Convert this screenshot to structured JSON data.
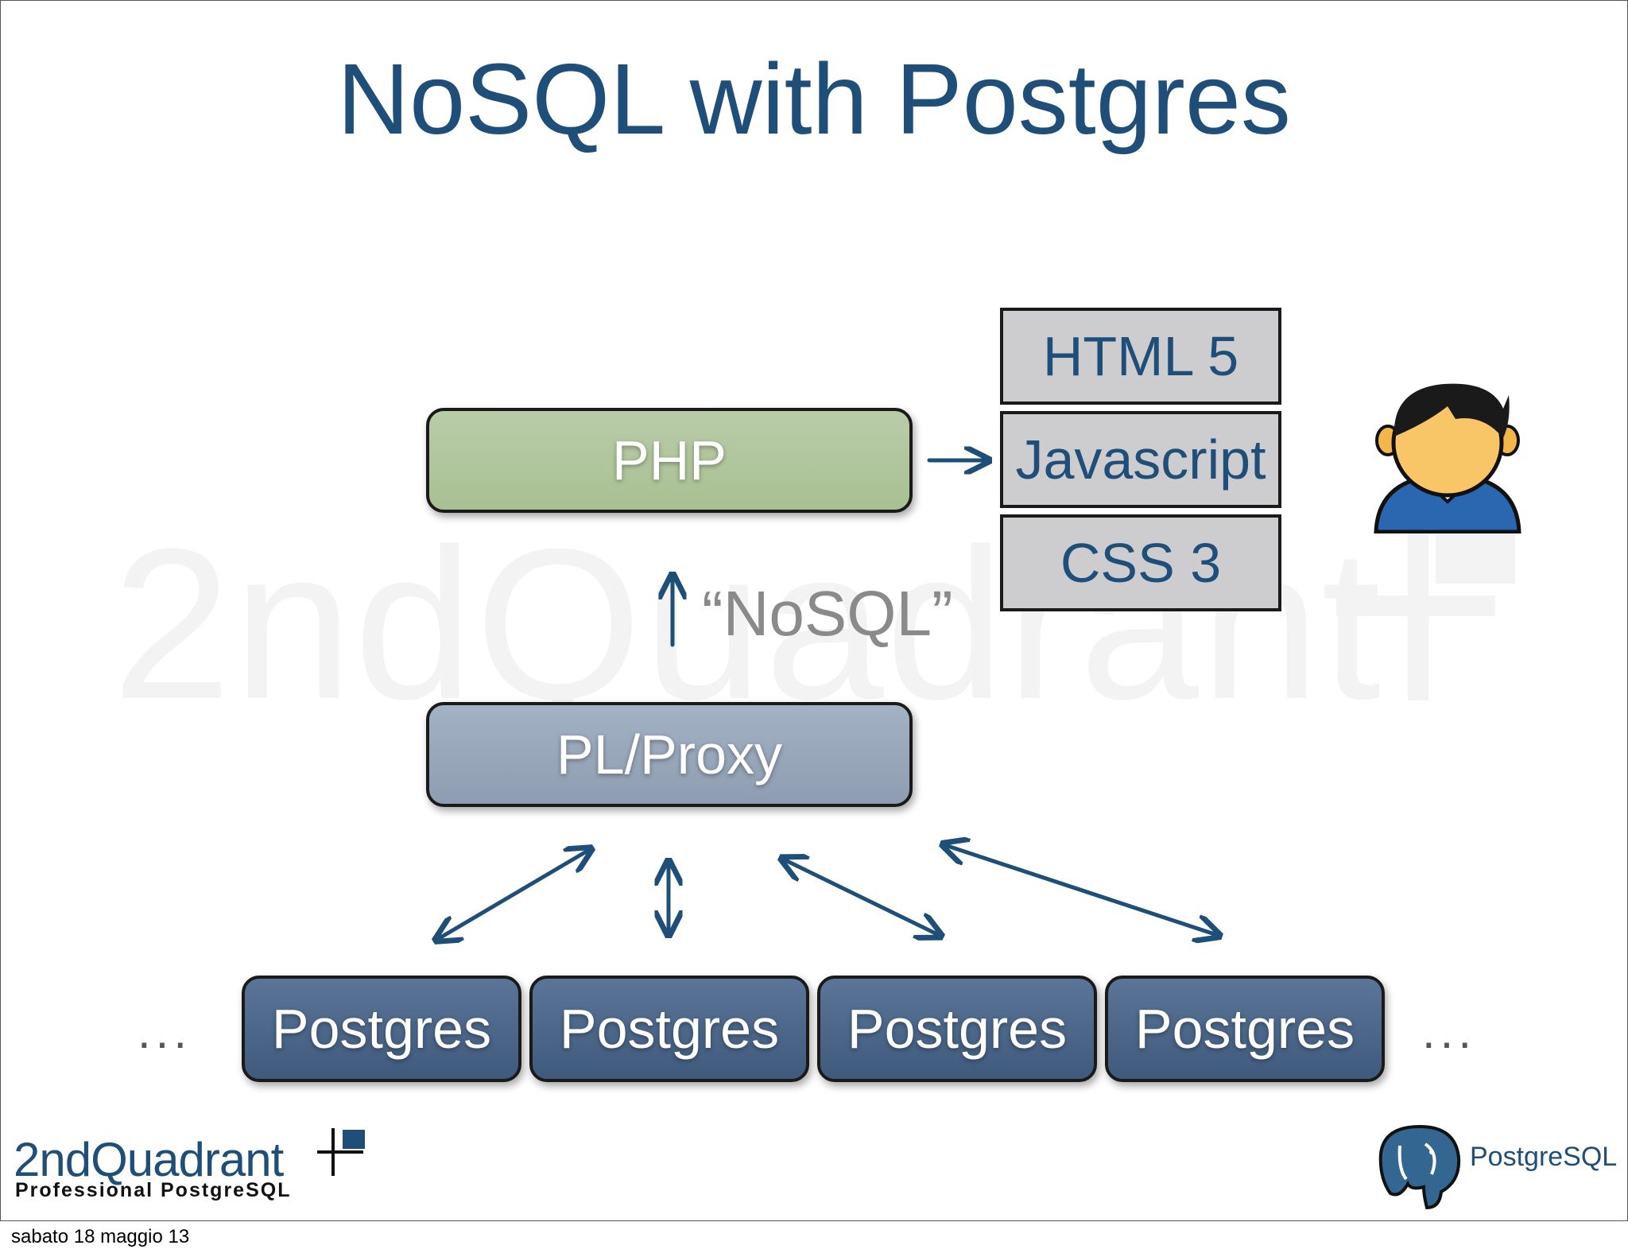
{
  "title": "NoSQL with Postgres",
  "diagram": {
    "php": "PHP",
    "proxy": "PL/Proxy",
    "nosql_label": "“NoSQL”",
    "stack": [
      "HTML 5",
      "Javascript",
      "CSS 3"
    ],
    "nodes": [
      "Postgres",
      "Postgres",
      "Postgres",
      "Postgres"
    ],
    "ellipsis_left": "...",
    "ellipsis_right": "..."
  },
  "footer": {
    "logo_name": "2ndQuadrant",
    "logo_tagline": "Professional PostgreSQL",
    "pg_logo": "PostgreSQL",
    "date": "sabato 18 maggio 13"
  },
  "watermark": "2ndQuadrant",
  "icons": {
    "user": "user-icon",
    "elephant": "postgresql-elephant-icon"
  },
  "colors": {
    "title": "#1f4e79",
    "php": "#b2c69f",
    "proxy": "#98a7ba",
    "node": "#4d6a8d"
  }
}
